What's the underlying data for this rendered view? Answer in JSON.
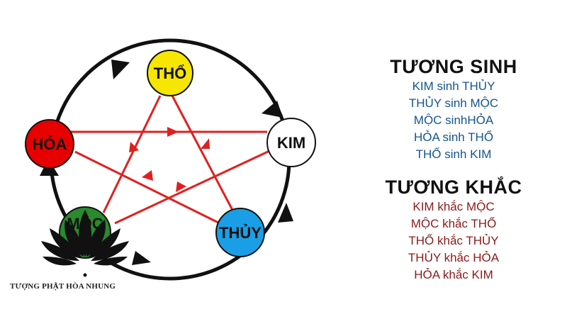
{
  "nodes": {
    "tho": {
      "label": "THỔ",
      "color": "#f6e600"
    },
    "kim": {
      "label": "KIM",
      "color": "#ffffff"
    },
    "thuy": {
      "label": "THỦY",
      "color": "#1a9fe6"
    },
    "moc": {
      "label": "MỘC",
      "color": "#2a8a2e"
    },
    "hoa": {
      "label": "HỎA",
      "color": "#e60000"
    }
  },
  "colors": {
    "cycle_arrow": "#111111",
    "star_line": "#e02020",
    "sinh_text": "#14548f",
    "khac_text": "#8b1a1a"
  },
  "logo": {
    "icon": "lotus-icon",
    "caption": "TƯỢNG PHẬT HÒA NHUNG"
  },
  "tuong_sinh": {
    "title": "TƯƠNG SINH",
    "items": [
      "KIM sinh THỦY",
      "THỦY sinh MỘC",
      "MỘC sinhHỎA",
      "HỎA sinh THỔ",
      "THỔ sinh KIM"
    ]
  },
  "tuong_khac": {
    "title": "TƯƠNG KHẮC",
    "items": [
      "KIM khắc MỘC",
      "MỘC khắc THỔ",
      "THỔ khắc THỦY",
      "THỦY khắc HỎA",
      "HỎA khắc KIM"
    ]
  }
}
